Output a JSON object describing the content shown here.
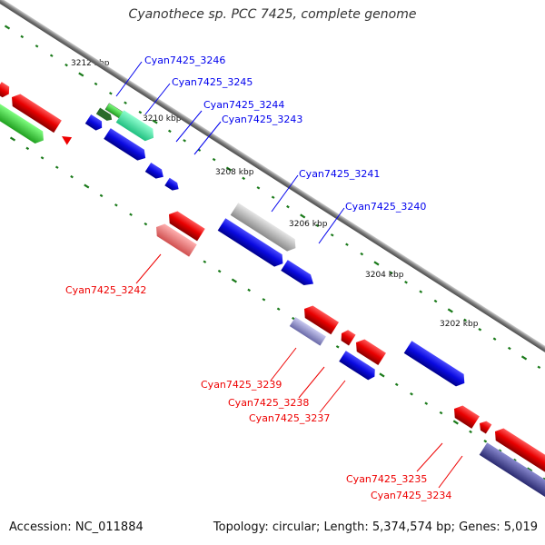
{
  "title": "Cyanothece sp. PCC 7425, complete genome",
  "accession": "Accession: NC_011884",
  "summary": "Topology: circular; Length: 5,374,574 bp; Genes: 5,019",
  "kbp_labels": [
    "3212 kbp",
    "3210 kbp",
    "3208 kbp",
    "3206 kbp",
    "3204 kbp",
    "3202 kbp"
  ],
  "gene_labels": [
    "Cyan7425_3246",
    "Cyan7425_3245",
    "Cyan7425_3244",
    "Cyan7425_3243",
    "Cyan7425_3241",
    "Cyan7425_3240",
    "Cyan7425_3242",
    "Cyan7425_3239",
    "Cyan7425_3238",
    "Cyan7425_3237",
    "Cyan7425_3235",
    "Cyan7425_3234"
  ],
  "colors": {
    "forward": "#0000ee",
    "reverse": "#ee0000",
    "tick": "#1a7a1a",
    "backbone": "#808080"
  }
}
